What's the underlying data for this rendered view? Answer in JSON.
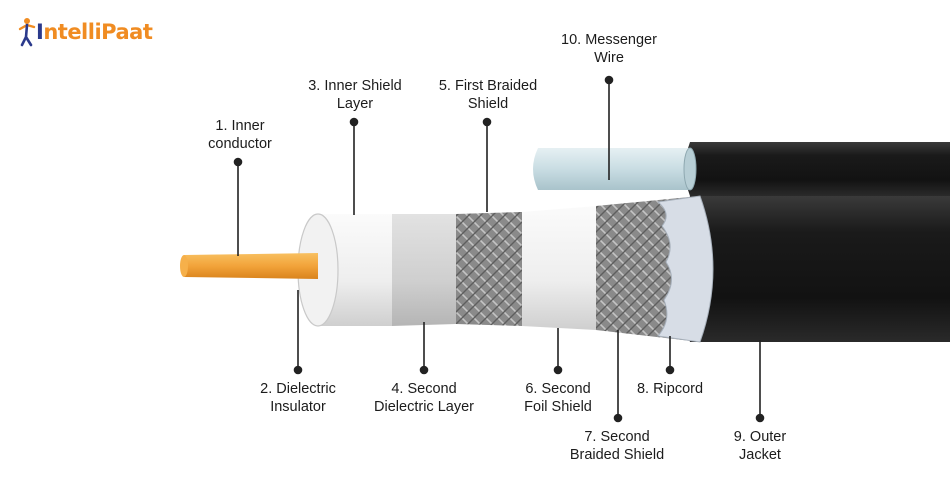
{
  "brand": {
    "name_prefix": "I",
    "name_accent": "ntelliPaat",
    "primary_color": "#2b3a8c",
    "accent_color": "#f08c22"
  },
  "colors": {
    "copper": "#f2a33a",
    "white_layer": "#f3f3f3",
    "braid": "#8e8e8e",
    "jacket": "#1b1b1b",
    "messenger": "#c9dde3"
  },
  "labels": [
    {
      "id": "inner-conductor",
      "lines": [
        "1. Inner",
        "conductor"
      ]
    },
    {
      "id": "dielectric-insulator",
      "lines": [
        "2. Dielectric",
        "Insulator"
      ]
    },
    {
      "id": "inner-shield-layer",
      "lines": [
        "3. Inner Shield",
        "Layer"
      ]
    },
    {
      "id": "second-dielectric-layer",
      "lines": [
        "4. Second",
        "Dielectric Layer"
      ]
    },
    {
      "id": "first-braided-shield",
      "lines": [
        "5. First Braided",
        "Shield"
      ]
    },
    {
      "id": "second-foil-shield",
      "lines": [
        "6. Second",
        "Foil Shield"
      ]
    },
    {
      "id": "second-braided-shield",
      "lines": [
        "7. Second",
        "Braided Shield"
      ]
    },
    {
      "id": "ripcord",
      "lines": [
        "8. Ripcord"
      ]
    },
    {
      "id": "outer-jacket",
      "lines": [
        "9. Outer",
        "Jacket"
      ]
    },
    {
      "id": "messenger-wire",
      "lines": [
        "10. Messenger",
        "Wire"
      ]
    }
  ]
}
